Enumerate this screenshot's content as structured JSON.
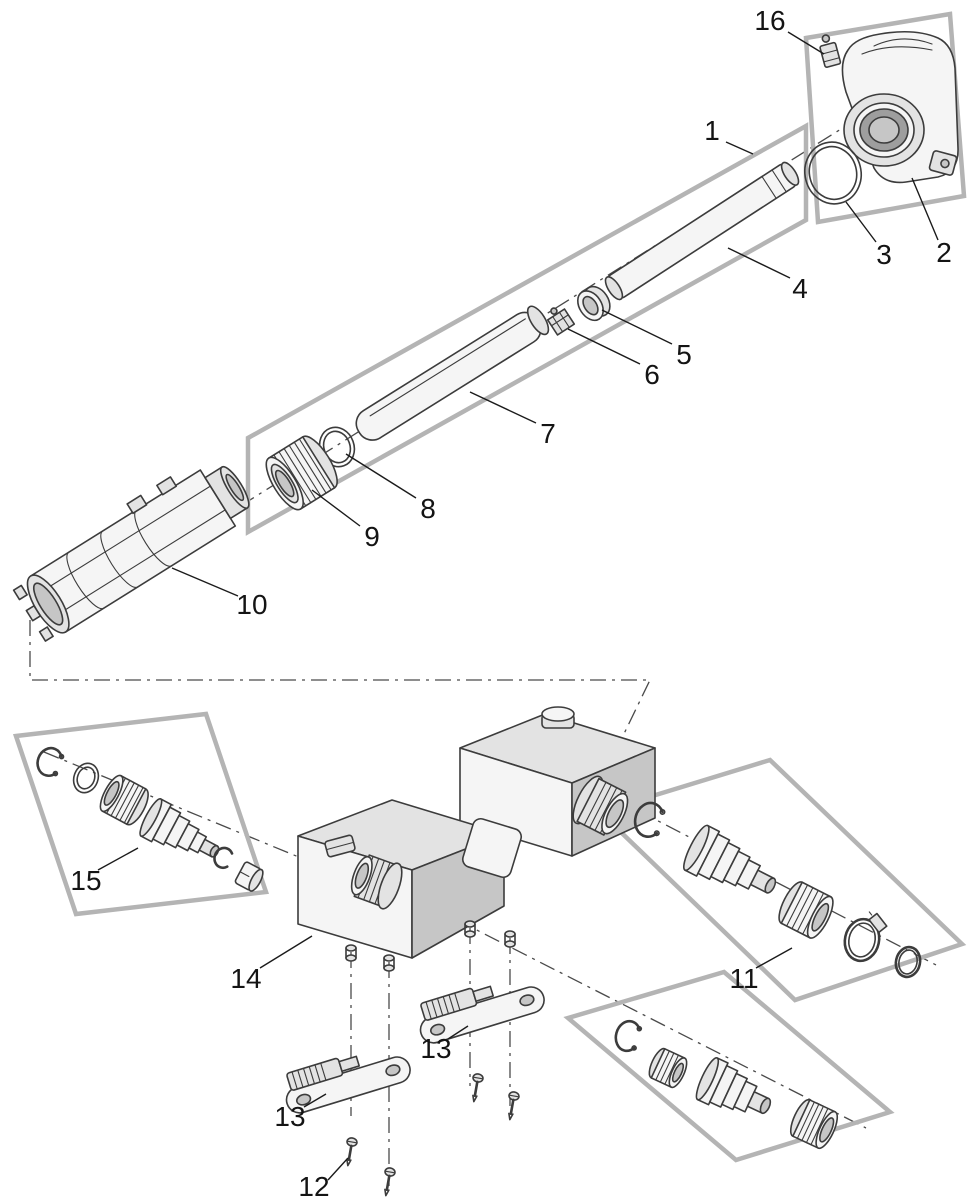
{
  "diagram": {
    "type": "exploded-parts-diagram",
    "labels": [
      {
        "id": "part-1",
        "text": "1"
      },
      {
        "id": "part-2",
        "text": "2"
      },
      {
        "id": "part-3",
        "text": "3"
      },
      {
        "id": "part-4",
        "text": "4"
      },
      {
        "id": "part-5",
        "text": "5"
      },
      {
        "id": "part-6",
        "text": "6"
      },
      {
        "id": "part-7",
        "text": "7"
      },
      {
        "id": "part-8",
        "text": "8"
      },
      {
        "id": "part-9",
        "text": "9"
      },
      {
        "id": "part-10",
        "text": "10"
      },
      {
        "id": "part-11",
        "text": "11"
      },
      {
        "id": "part-12",
        "text": "12"
      },
      {
        "id": "part-13-upper",
        "text": "13"
      },
      {
        "id": "part-13-lower",
        "text": "13"
      },
      {
        "id": "part-14",
        "text": "14"
      },
      {
        "id": "part-15",
        "text": "15"
      },
      {
        "id": "part-16",
        "text": "16"
      }
    ]
  },
  "colors": {
    "line": "#3c3c3c",
    "group-box": "#b4b4b4",
    "label": "#141414",
    "background": "#ffffff"
  }
}
